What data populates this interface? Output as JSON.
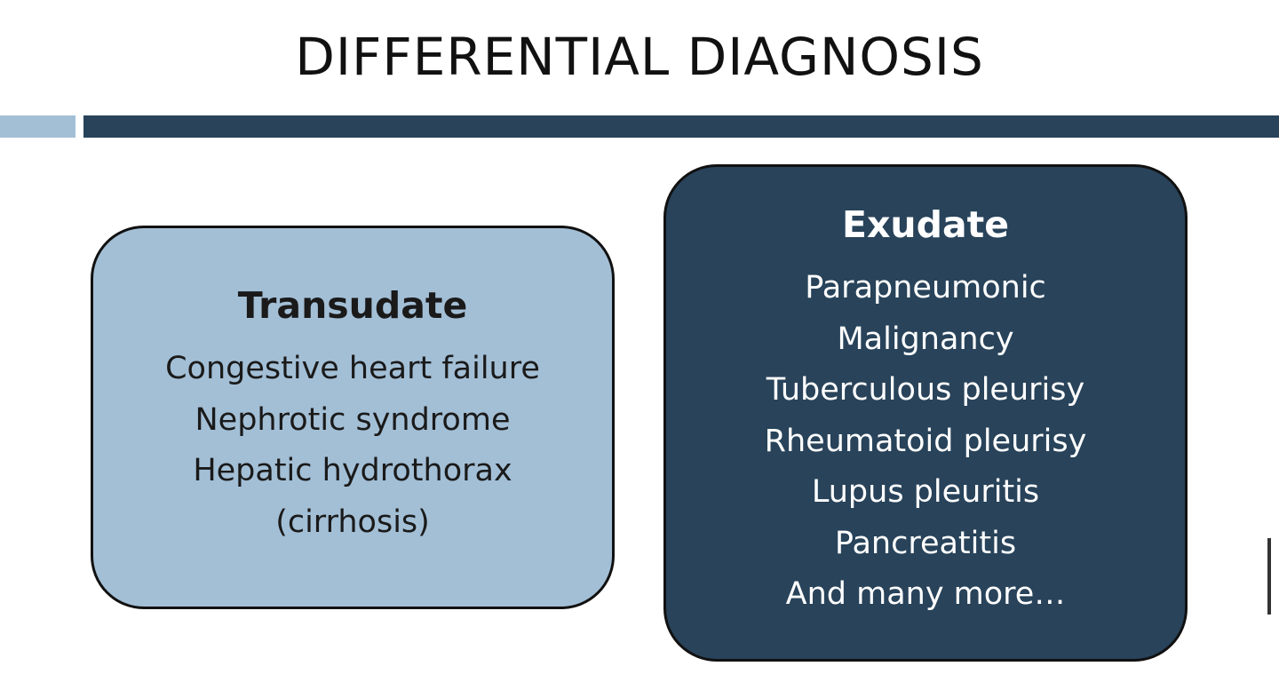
{
  "slide": {
    "title": "DIFFERENTIAL DIAGNOSIS"
  },
  "transudate": {
    "heading": "Transudate",
    "items": [
      "Congestive heart failure",
      "Nephrotic syndrome",
      "Hepatic hydrothorax",
      "(cirrhosis)"
    ]
  },
  "exudate": {
    "heading": "Exudate",
    "items": [
      "Parapneumonic",
      "Malignancy",
      "Tuberculous pleurisy",
      "Rheumatoid pleurisy",
      "Lupus pleuritis",
      "Pancreatitis",
      "And many more…"
    ]
  },
  "colors": {
    "light_blue": "#a3bfd6",
    "dark_blue": "#28435a",
    "border": "#111111"
  }
}
